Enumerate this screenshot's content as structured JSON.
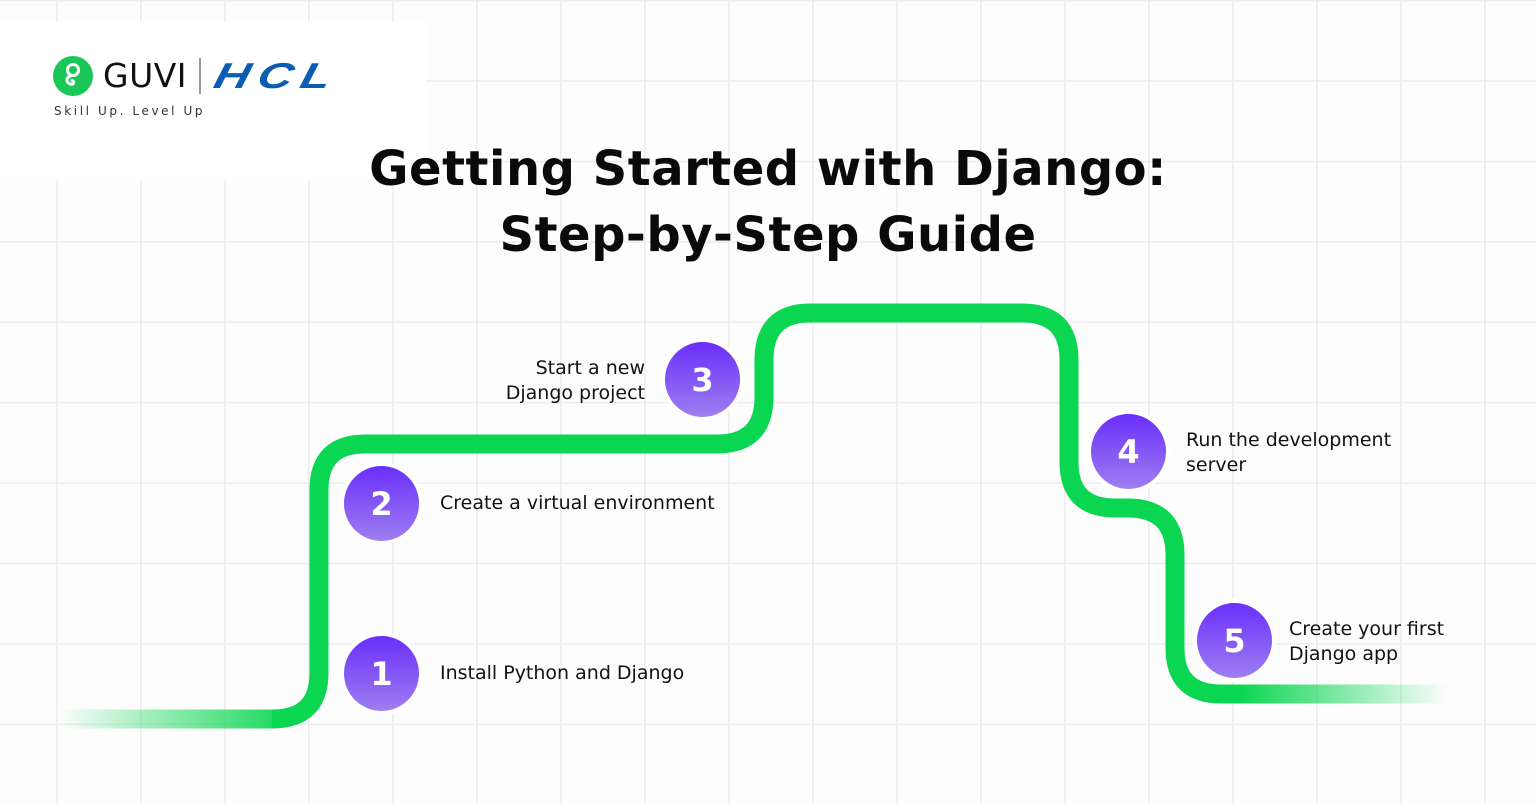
{
  "brand": {
    "guvi_name": "GUVI",
    "guvi_glyph": "g",
    "partner_name": "HCL",
    "tagline": "Skill Up. Level Up",
    "guvi_color": "#19c657",
    "hcl_color": "#0a5cb5"
  },
  "title": {
    "line1": "Getting Started with Django:",
    "line2": "Step-by-Step Guide"
  },
  "colors": {
    "path": "#0bd651",
    "circle_top": "#6a2ffb",
    "circle_bottom": "#9e7ef0",
    "grid": "#ececec"
  },
  "steps": [
    {
      "number": "1",
      "label_lines": [
        "Install Python and Django"
      ]
    },
    {
      "number": "2",
      "label_lines": [
        "Create a virtual environment"
      ]
    },
    {
      "number": "3",
      "label_lines": [
        "Start a new",
        "Django project"
      ]
    },
    {
      "number": "4",
      "label_lines": [
        "Run the development",
        "server"
      ]
    },
    {
      "number": "5",
      "label_lines": [
        "Create your first",
        "Django app"
      ]
    }
  ]
}
